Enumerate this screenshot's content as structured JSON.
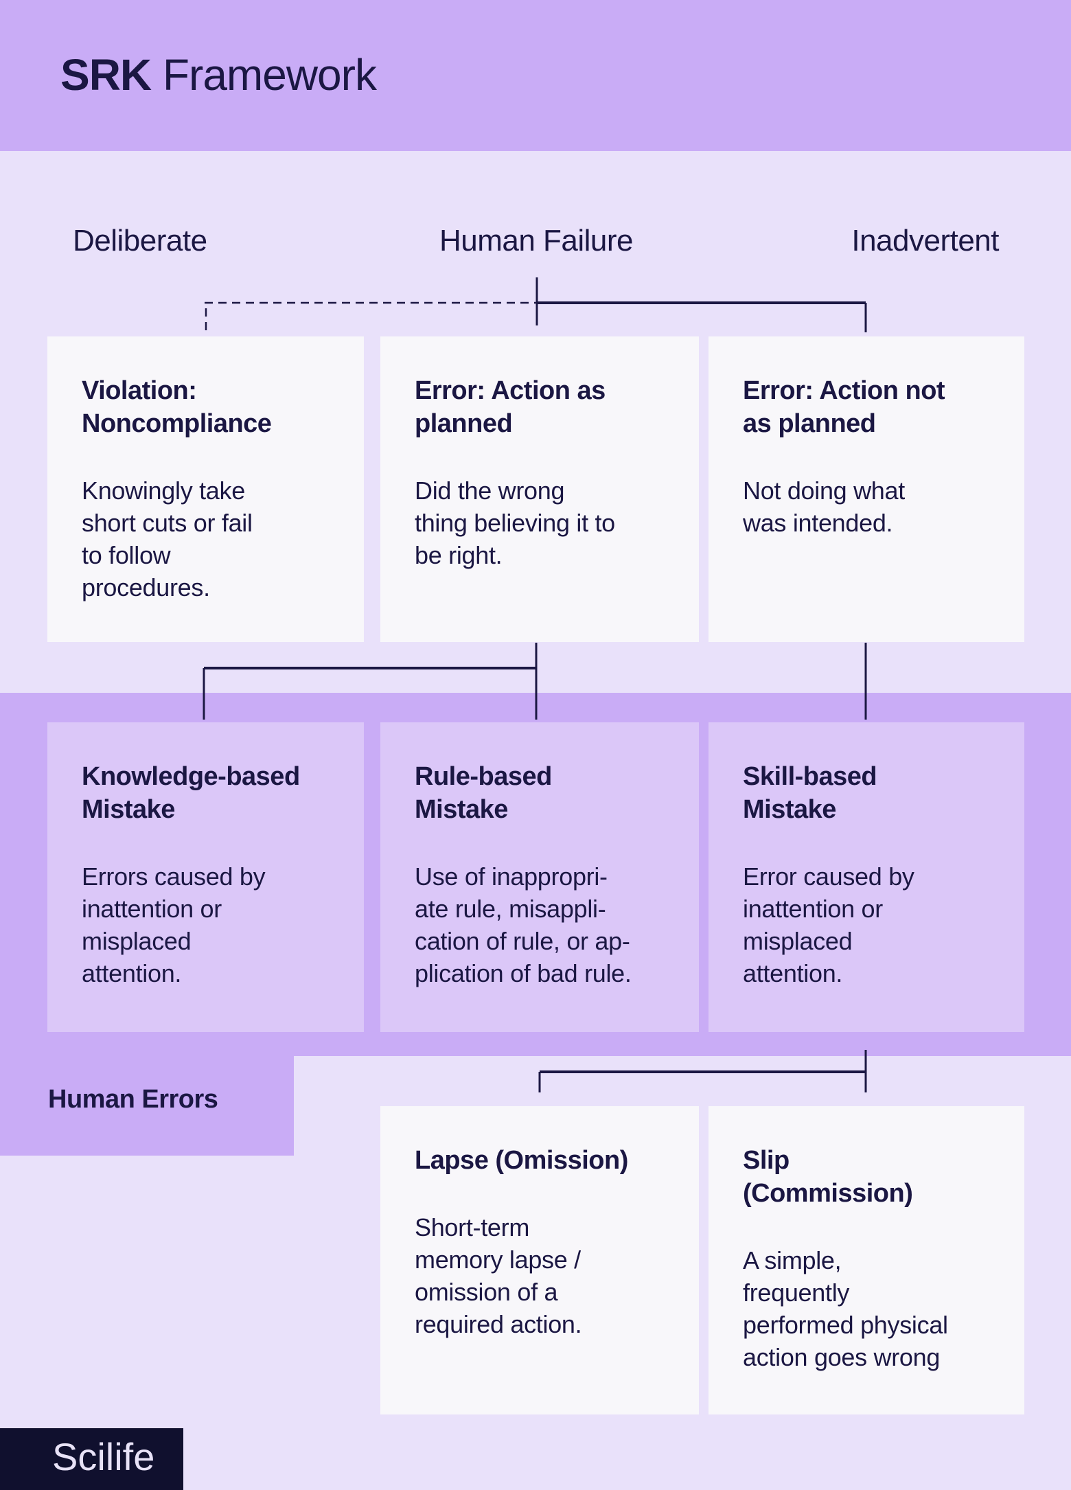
{
  "header": {
    "title_bold": "SRK",
    "title_rest": " Framework"
  },
  "axis_labels": {
    "deliberate": "Deliberate",
    "human_failure": "Human Failure",
    "inadvertent": "Inadvertent"
  },
  "row1": [
    {
      "title": "Violation:\nNoncompliance",
      "body": "Knowingly take\nshort cuts or fail\nto follow\nprocedures."
    },
    {
      "title": "Error: Action as\nplanned",
      "body": "Did the wrong\nthing believing it to\nbe right."
    },
    {
      "title": "Error: Action not\nas planned",
      "body": "Not doing what\nwas intended."
    }
  ],
  "row2": [
    {
      "title": "Knowledge-based\nMistake",
      "body": "Errors caused by\ninattention or\nmisplaced\nattention."
    },
    {
      "title": "Rule-based\nMistake",
      "body": "Use of inappropri-\nate rule, misappli-\ncation of rule, or ap-\nplication of bad rule."
    },
    {
      "title": "Skill-based\nMistake",
      "body": "Error caused by\ninattention or\nmisplaced\nattention."
    }
  ],
  "human_errors_label": "Human Errors",
  "row3": [
    {
      "title": "Lapse (Omission)",
      "body": "Short-term\nmemory lapse /\nomission of a\nrequired action."
    },
    {
      "title": "Slip\n(Commission)",
      "body": "A simple,\nfrequently\nperformed physical\naction goes wrong"
    }
  ],
  "footer": {
    "logo_text": "Scilife"
  },
  "colors": {
    "header_band": "#C9ACF6",
    "mid_band": "#C9ACF6",
    "page_background": "#E9E1FA",
    "card_white": "#F8F7FA",
    "card_purple": "#DBC7F8",
    "text_navy": "#1B1743",
    "line_navy": "#1B1743",
    "footer_background": "#10102E",
    "footer_text": "#E8E2F7"
  }
}
